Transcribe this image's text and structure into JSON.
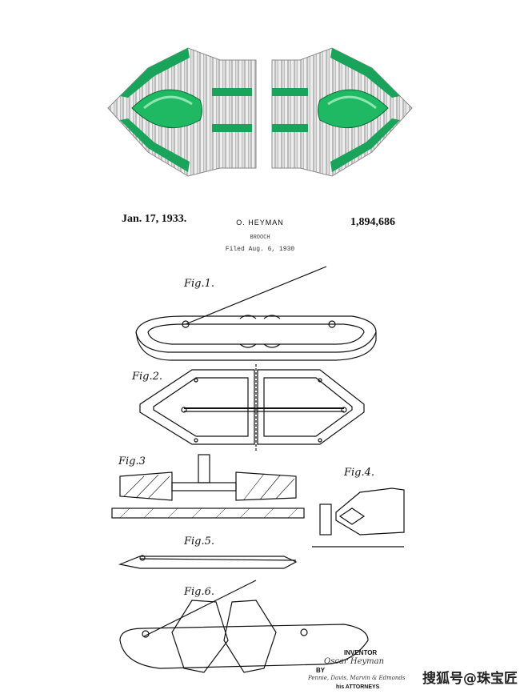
{
  "header": {
    "date": "Jan. 17, 1933.",
    "inventor_name": "O. HEYMAN",
    "patent_number": "1,894,686",
    "title": "BROOCH",
    "filed": "Filed Aug. 6, 1930"
  },
  "figures": {
    "fig1": "Fig.1.",
    "fig2": "Fig.2.",
    "fig3": "Fig.3",
    "fig4": "Fig.4.",
    "fig5": "Fig.5.",
    "fig6": "Fig.6."
  },
  "signature": {
    "inventor_label": "INVENTOR",
    "inventor_signature": "Oscar Heyman",
    "by_label": "BY",
    "attorneys_signature": "Pennie, Davis, Marvin & Edmonds",
    "attorneys_label": "his ATTORNEYS"
  },
  "watermark": "搜狐号@珠宝匠",
  "colors": {
    "emerald": "#1aa35a",
    "platinum": "#d9d9d9"
  }
}
